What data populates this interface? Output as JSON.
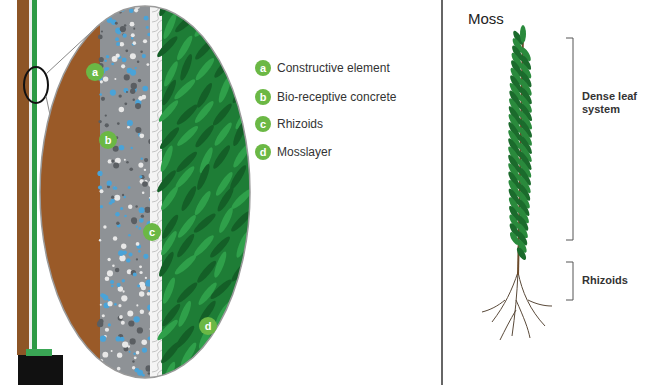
{
  "diagram": {
    "title": "Moss",
    "labels": [
      "a",
      "b",
      "c",
      "d",
      "a",
      "b",
      "c",
      "d",
      "Dense leaf system",
      "Rhizoids"
    ],
    "legend": [
      {
        "text": "Constructive element"
      },
      {
        "text": "Bio-receptive concrete"
      },
      {
        "text": "Rhizoids"
      },
      {
        "text": "Mosslayer"
      }
    ]
  }
}
